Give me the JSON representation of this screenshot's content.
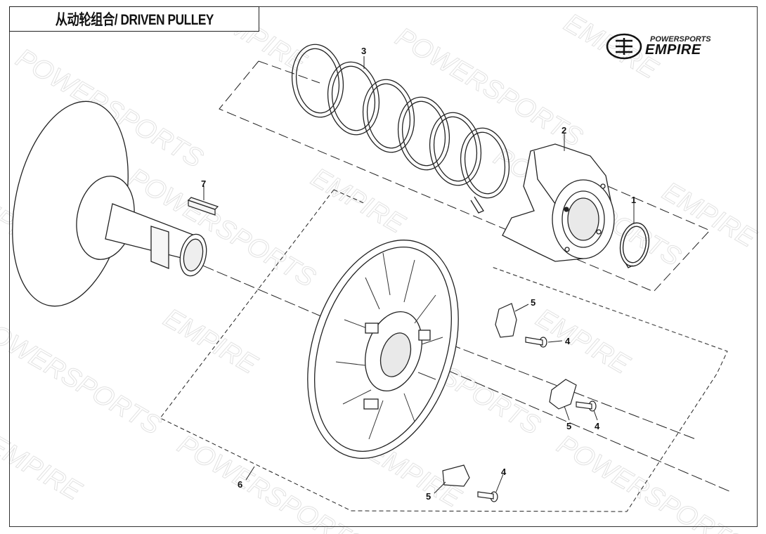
{
  "title": "从动轮组合/ DRIVEN PULLEY",
  "logo": {
    "line1": "POWERSPORTS",
    "line2": "EMPIRE"
  },
  "watermark": [
    "POWERSPORTS",
    "EMPIRE"
  ],
  "callouts": [
    {
      "id": "c1",
      "label": "1"
    },
    {
      "id": "c2",
      "label": "2"
    },
    {
      "id": "c3",
      "label": "3"
    },
    {
      "id": "c4a",
      "label": "4"
    },
    {
      "id": "c4b",
      "label": "4"
    },
    {
      "id": "c4c",
      "label": "4"
    },
    {
      "id": "c5a",
      "label": "5"
    },
    {
      "id": "c5b",
      "label": "5"
    },
    {
      "id": "c5c",
      "label": "5"
    },
    {
      "id": "c6",
      "label": "6"
    },
    {
      "id": "c7",
      "label": "7"
    }
  ]
}
